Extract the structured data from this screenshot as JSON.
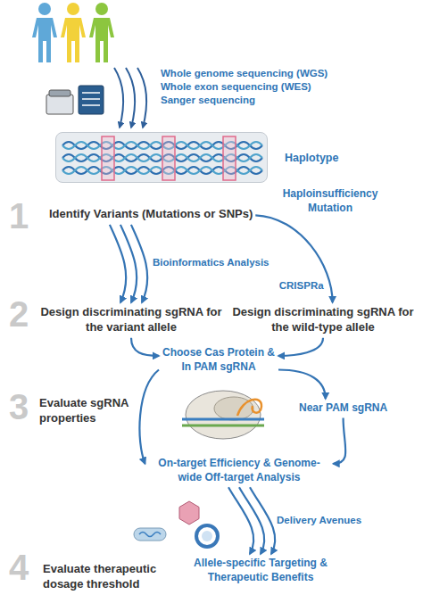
{
  "diagram": {
    "nodes": [
      {
        "text": [
          "Haplotype"
        ]
      },
      {
        "text": [
          "Identify Variants (Mutations or SNPs)"
        ]
      },
      {
        "text": [
          "Design discriminating sgRNA for the variant allele"
        ]
      },
      {
        "text": [
          "Design discriminating sgRNA for the wild-type allele"
        ]
      },
      {
        "text": [
          "Choose Cas Protein & In PAM sgRNA"
        ]
      },
      {
        "text": [
          "Near PAM sgRNA"
        ]
      },
      {
        "text": [
          "On-target Efficiency & Genome-wide Off-target Analysis"
        ]
      },
      {
        "text": [
          "Allele-specific Targeting & Therapeutic Benefits"
        ]
      }
    ],
    "edges": [
      {
        "from": 1,
        "to": 2,
        "label": "Bioinformatics Analysis",
        "arrow": "to"
      },
      {
        "from": 1,
        "to": 3,
        "label": "CRISPRa",
        "arrow": "to"
      },
      {
        "from": 2,
        "to": 4,
        "arrow": "to"
      },
      {
        "from": 3,
        "to": 4,
        "arrow": "to"
      },
      {
        "from": 4,
        "to": 6,
        "arrow": "to"
      },
      {
        "from": 4,
        "to": 5,
        "arrow": "to"
      },
      {
        "from": 5,
        "to": 6,
        "arrow": "to"
      },
      {
        "from": 6,
        "to": 7,
        "label": "Delivery Avenues",
        "arrow": "to"
      }
    ],
    "labels": [
      "Whole genome sequencing (WGS)",
      "Whole exon sequencing (WES)",
      "Sanger sequencing",
      "1",
      "Haploinsufficiency Mutation",
      "2",
      "3",
      "Evaluate sgRNA properties",
      "4",
      "Evaluate therapeutic dosage threshold"
    ]
  }
}
